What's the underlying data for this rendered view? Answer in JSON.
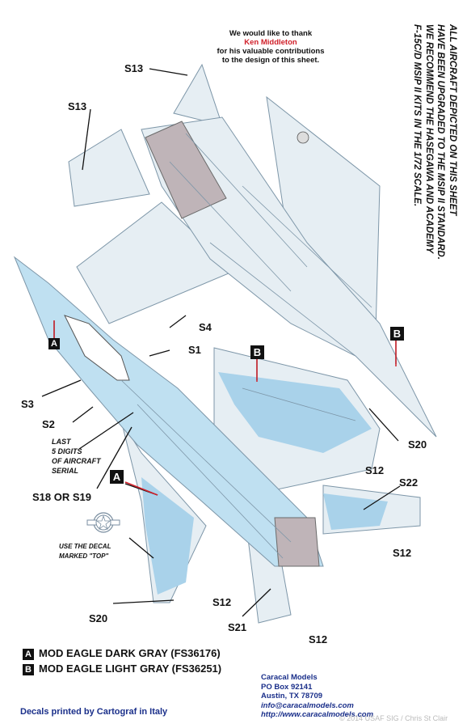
{
  "thanks": {
    "line1": "We would like to thank",
    "name": "Ken Middleton",
    "line3": "for his valuable contributions",
    "line4": "to the design of this sheet."
  },
  "side_note": [
    "ALL AIRCRAFT DEPICTED ON THIS SHEET",
    "HAVE BEEN UPGRADED TO THE MSIP II STANDARD.",
    "WE RECOMMEND THE HASEGAWA AND ACADEMY",
    "F-15C/D MSIP II KITS IN THE 1/72 SCALE."
  ],
  "callouts": {
    "s13_a": "S13",
    "s13_b": "S13",
    "s4": "S4",
    "s1": "S1",
    "s3": "S3",
    "s2": "S2",
    "s18_s19": "S18 OR S19",
    "s20_right": "S20",
    "s12_a": "S12",
    "s22": "S22",
    "s12_b": "S12",
    "s12_c": "S12",
    "s21": "S21",
    "s12_d": "S12",
    "s20_left": "S20",
    "last_digits": [
      "LAST",
      "5 DIGITS",
      "OF AIRCRAFT",
      "SERIAL"
    ],
    "use_decal": [
      "USE THE DECAL",
      "MARKED \"TOP\""
    ]
  },
  "markers": {
    "a_small": "A",
    "b_top": "B",
    "b_mid": "B",
    "a_big": "A"
  },
  "legend": [
    {
      "code": "A",
      "label": "MOD EAGLE DARK GRAY (FS36176)"
    },
    {
      "code": "B",
      "label": "MOD EAGLE LIGHT GRAY (FS36251)"
    }
  ],
  "contact": {
    "company": "Caracal Models",
    "po": "PO Box 92141",
    "city": "Austin, TX 78709",
    "email": "info@caracalmodels.com",
    "web": "http://www.caracalmodels.com"
  },
  "printed": "Decals printed by Cartograf in Italy",
  "credit": "© 2014 USAF SIG / Chris St Clair",
  "colors": {
    "light_gray": "#e6eef3",
    "dark_gray": "#a9d2ea",
    "line": "#7d96a8",
    "marker_red": "#d0202a",
    "contact_blue": "#1a2f8a"
  }
}
